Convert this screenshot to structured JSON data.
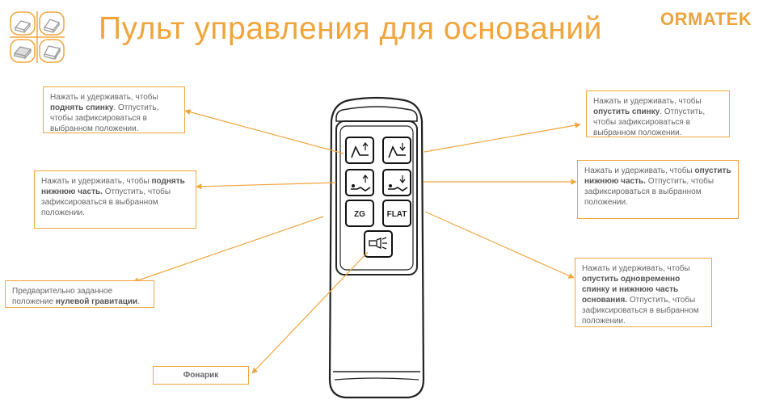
{
  "title": "Пульт управления для оснований",
  "brand": "ORMATEK",
  "accent_color": "#f0a53c",
  "logo_icons": [
    "bed-base-icon",
    "bed-base-icon",
    "bed-base-icon",
    "bed-base-icon"
  ],
  "remote": {
    "buttons": [
      {
        "name": "raise-back-button",
        "icon": "bed-back-up-icon"
      },
      {
        "name": "lower-back-button",
        "icon": "bed-back-down-icon"
      },
      {
        "name": "raise-legs-button",
        "icon": "bed-legs-up-icon"
      },
      {
        "name": "lower-legs-button",
        "icon": "bed-legs-down-icon"
      },
      {
        "name": "zg-button",
        "label": "ZG"
      },
      {
        "name": "flat-button",
        "label": "FLAT"
      },
      {
        "name": "flashlight-button",
        "icon": "flashlight-icon"
      }
    ]
  },
  "callouts": {
    "raise_back": {
      "pre": "Нажать и удерживать, чтобы ",
      "bold": "поднять спинку",
      "post": ". Отпустить, чтобы зафиксироваться в выбранном положении."
    },
    "raise_legs": {
      "pre": "Нажать и удерживать, чтобы ",
      "bold": "поднять нижнюю часть.",
      "post": " Отпустить, чтобы зафиксироваться в выбранном положении."
    },
    "zero_gravity": {
      "pre": "Предварительно заданное положение ",
      "bold": "нулевой гравитации",
      "post": "."
    },
    "flashlight": {
      "text": "Фонарик"
    },
    "lower_back": {
      "pre": "Нажать и удерживать, чтобы ",
      "bold": "опустить спинку",
      "post": ". Отпустить, чтобы зафиксироваться в выбранном положении."
    },
    "lower_legs": {
      "pre": "Нажать и удерживать, чтобы ",
      "bold": "опустить нижнюю часть.",
      "post": " Отпустить, чтобы зафиксироваться в выбранном положении."
    },
    "flat": {
      "pre": "Нажать и удерживать, чтобы ",
      "bold": "опустить одновременно спинку и нижнюю часть основания.",
      "post": " Отпустить, чтобы зафиксироваться в выбранном положении."
    }
  }
}
